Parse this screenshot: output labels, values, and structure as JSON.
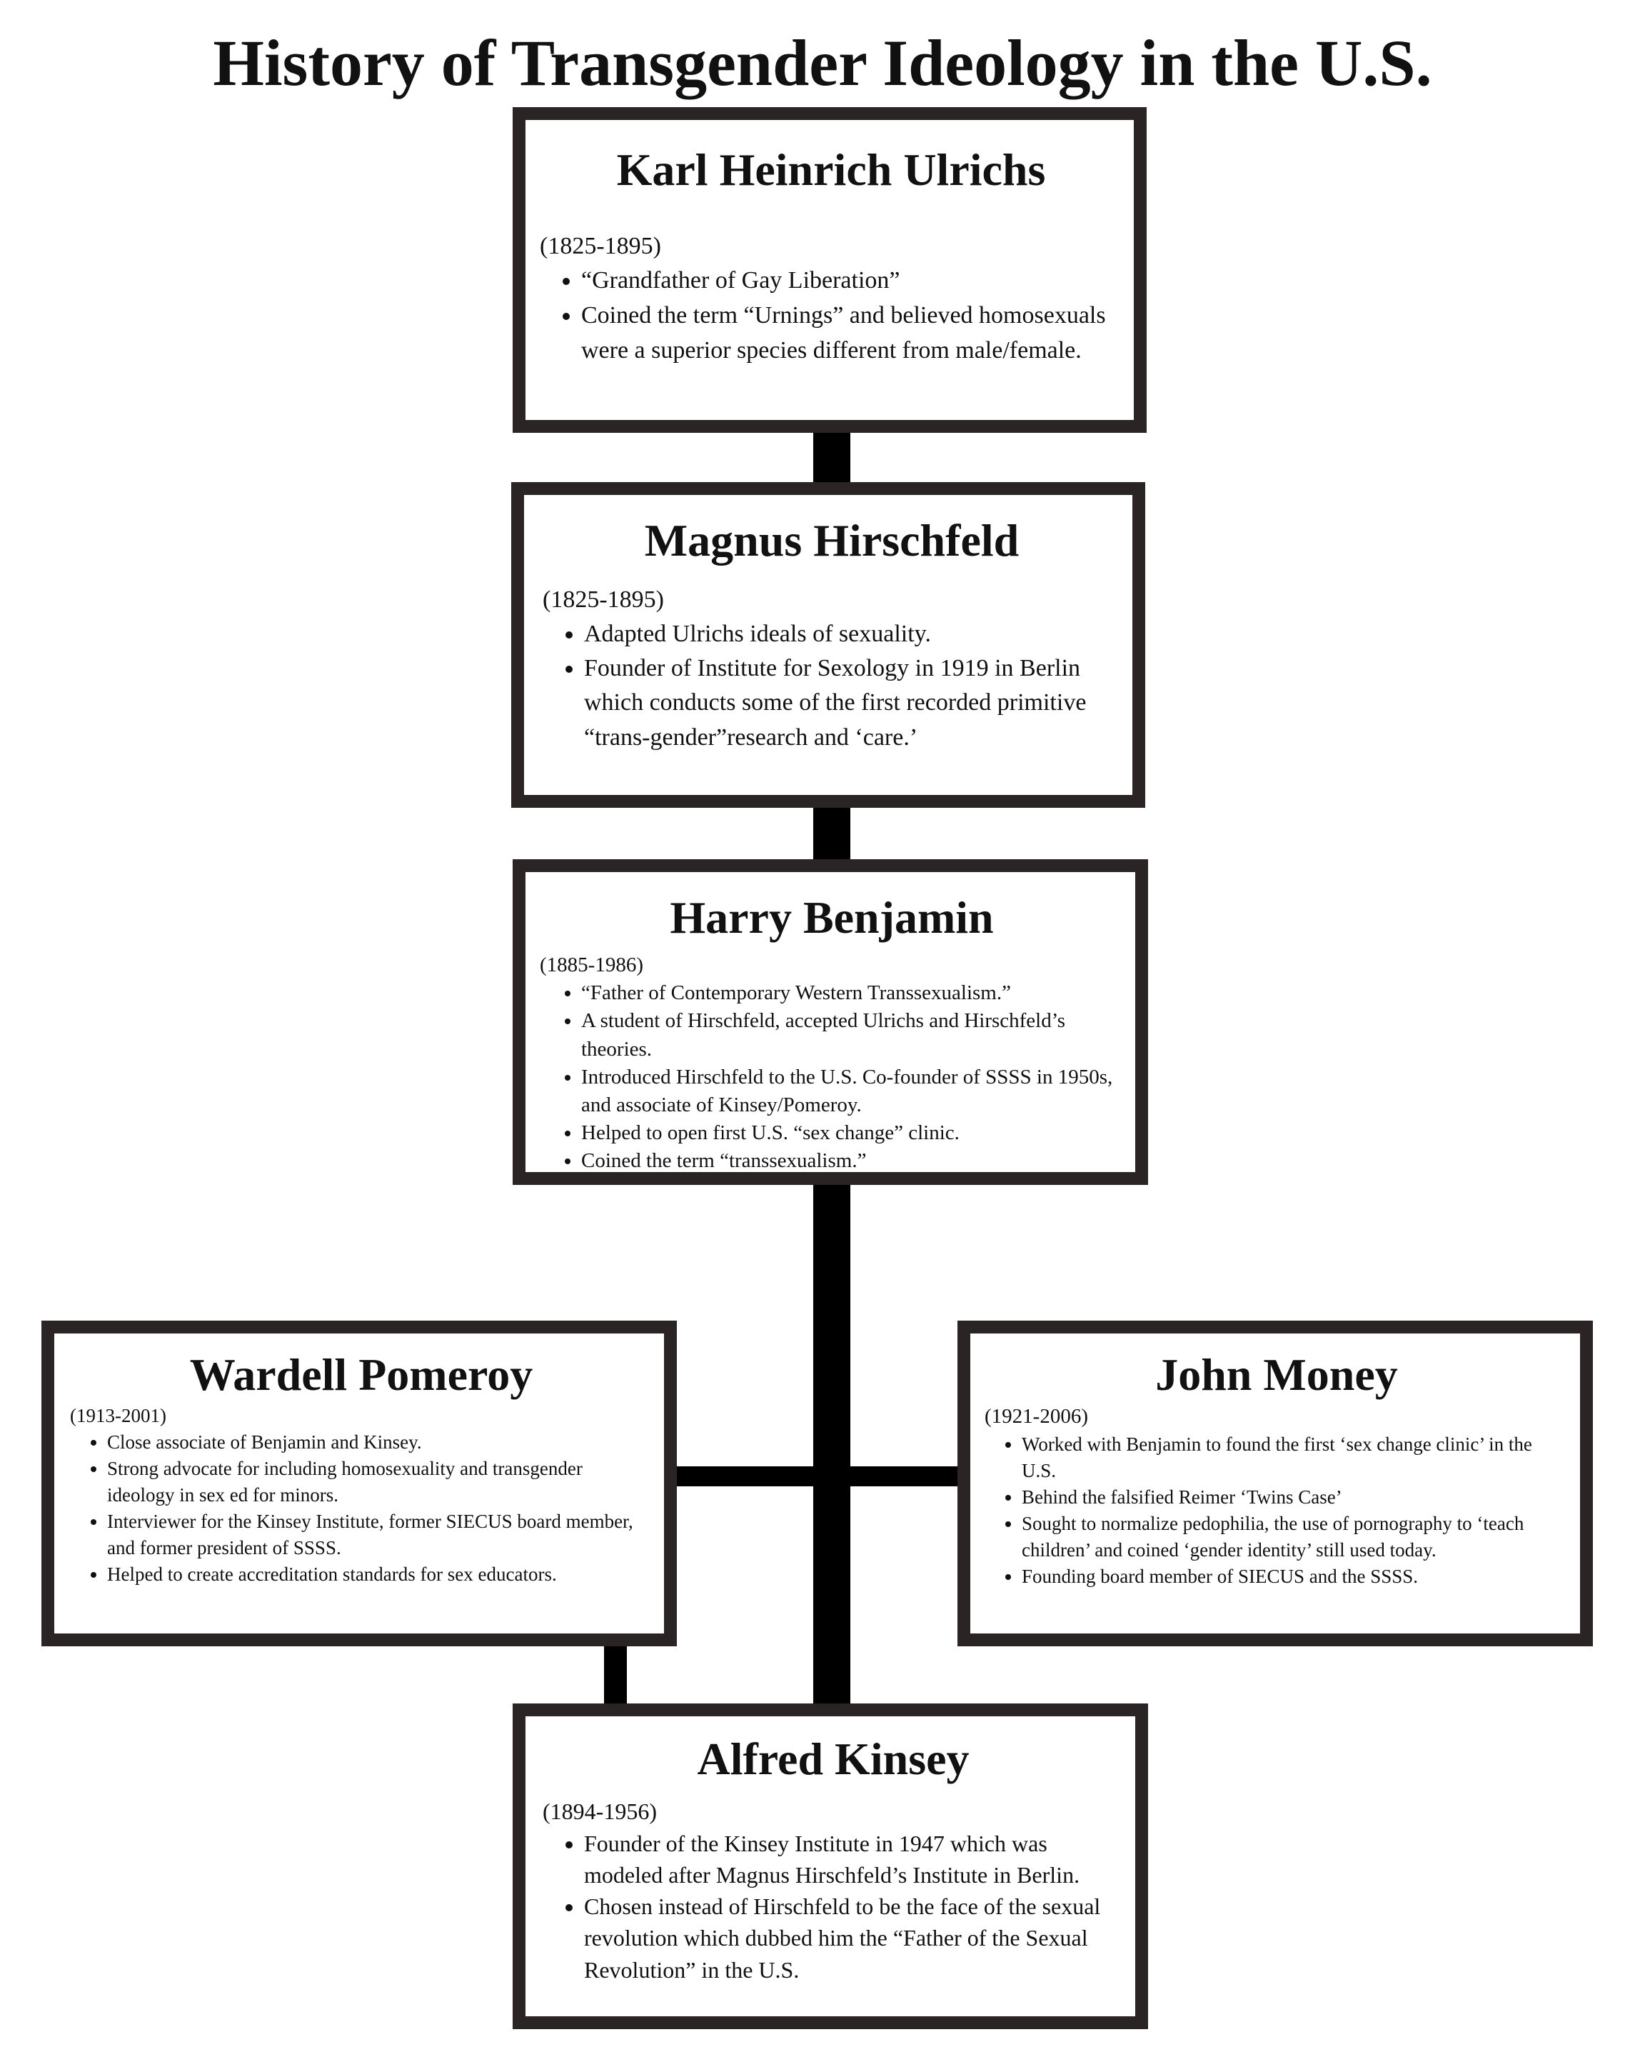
{
  "title": "History of Transgender Ideology in the U.S.",
  "people": {
    "ulrichs": {
      "name": "Karl Heinrich Ulrichs",
      "dates": "(1825-1895)",
      "bullets": [
        "“Grandfather of Gay Liberation”",
        "Coined the term “Urnings” and believed homosexuals were a superior species different from male/female."
      ]
    },
    "hirschfeld": {
      "name": "Magnus Hirschfeld",
      "dates": "(1825-1895)",
      "bullets": [
        "Adapted Ulrichs ideals of sexuality.",
        "Founder of Institute for Sexology in 1919 in Berlin which conducts some of the first recorded primitive “trans-gender”research and ‘care.’"
      ]
    },
    "benjamin": {
      "name": "Harry Benjamin",
      "dates": "(1885-1986)",
      "bullets": [
        "“Father of Contemporary Western Transsexualism.”",
        "A student of Hirschfeld, accepted Ulrichs and Hirschfeld’s theories.",
        "Introduced Hirschfeld to the U.S. Co-founder of SSSS in 1950s, and associate of Kinsey/Pomeroy.",
        "Helped to open first U.S. “sex change” clinic.",
        "Coined the term “transsexualism.”"
      ]
    },
    "pomeroy": {
      "name": "Wardell Pomeroy",
      "dates": "(1913-2001)",
      "bullets": [
        "Close associate of Benjamin and Kinsey.",
        "Strong advocate for including homosexuality and transgender ideology in sex ed for minors.",
        "Interviewer for the Kinsey Institute, former SIECUS board member, and former president of SSSS.",
        "Helped to create accreditation standards for sex educators."
      ]
    },
    "money": {
      "name": "John Money",
      "dates": "(1921-2006)",
      "bullets": [
        "Worked with Benjamin to found the first ‘sex change clinic’ in the U.S.",
        "Behind the falsified Reimer ‘Twins Case’",
        "Sought to normalize pedophilia, the use of pornography to ‘teach children’ and coined ‘gender identity’ still used today.",
        "Founding board member of SIECUS and the SSSS."
      ]
    },
    "kinsey": {
      "name": "Alfred Kinsey",
      "dates": "(1894-1956)",
      "bullets": [
        "Founder of the Kinsey Institute in 1947 which was modeled after Magnus Hirschfeld’s Institute in Berlin.",
        "Chosen instead of Hirschfeld to be the face of the sexual revolution which dubbed him the “Father of the Sexual Revolution” in the U.S."
      ]
    }
  },
  "colors": {
    "box_border": "#2a2424",
    "connector": "#000000",
    "background": "#ffffff"
  }
}
